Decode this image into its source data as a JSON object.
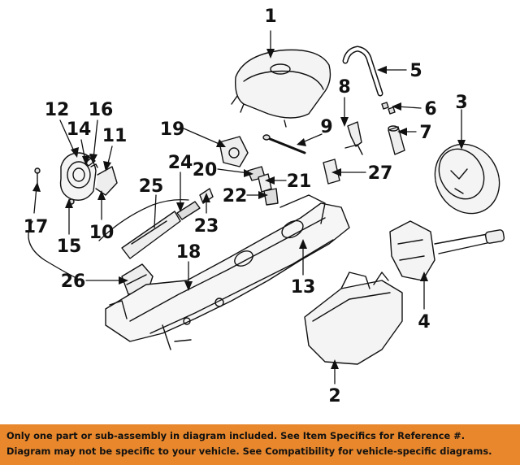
{
  "diagram": {
    "callouts": [
      "1",
      "2",
      "3",
      "4",
      "5",
      "6",
      "7",
      "8",
      "9",
      "10",
      "11",
      "12",
      "13",
      "14",
      "15",
      "16",
      "17",
      "18",
      "19",
      "20",
      "21",
      "22",
      "23",
      "24",
      "25",
      "26",
      "27"
    ]
  },
  "footer": {
    "line1": "Only one part or sub-assembly in diagram included. See Item Specifics for Reference #.",
    "line2": "Diagram may not be specific to your vehicle. See Compatibility for vehicle-specific diagrams."
  },
  "colors": {
    "footer_bg": "#e8872c",
    "line_art": "#111111"
  }
}
